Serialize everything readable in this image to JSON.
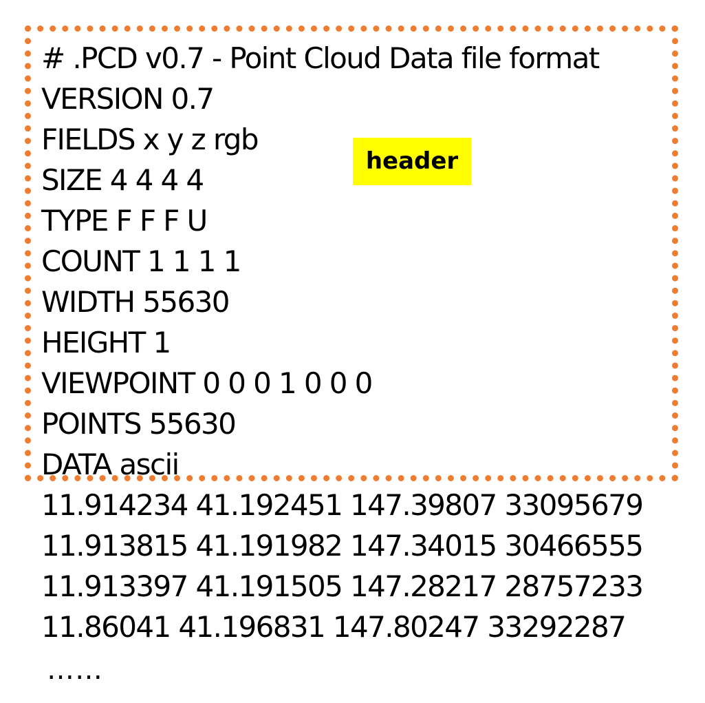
{
  "header_label": "header",
  "header_lines": [
    "# .PCD v0.7 - Point Cloud Data file format",
    "VERSION 0.7",
    "FIELDS x y z rgb",
    "SIZE 4 4 4 4",
    "TYPE F F F U",
    "COUNT 1 1 1 1",
    "WIDTH 55630",
    "HEIGHT 1",
    "VIEWPOINT 0 0 0 1 0 0 0",
    "POINTS 55630",
    "DATA ascii"
  ],
  "data_lines": [
    "11.914234 41.192451 147.39807 33095679",
    "11.913815 41.191982 147.34015 30466555",
    "11.913397 41.191505 147.28217 28757233",
    "11.86041 41.196831 147.80247 33292287"
  ],
  "ellipsis": "……",
  "colors": {
    "box_border": "#ed7d31",
    "label_background": "#ffff00",
    "text": "#000000"
  }
}
